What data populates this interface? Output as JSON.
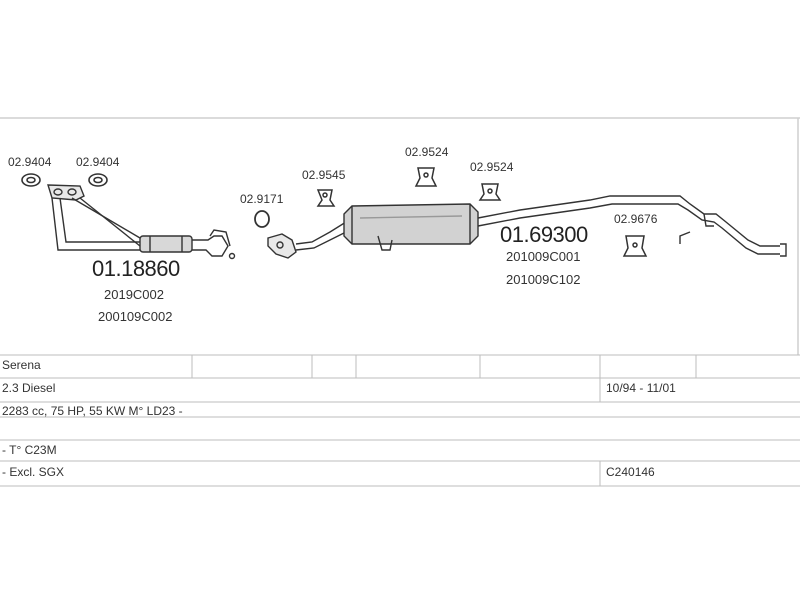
{
  "diagram": {
    "labels": {
      "gasket_1": "02.9404",
      "gasket_2": "02.9404",
      "clamp_1": "02.9171",
      "hanger_1": "02.9545",
      "hanger_2": "02.9524",
      "hanger_3": "02.9524",
      "hanger_4": "02.9676"
    },
    "front_pipe": {
      "part_number": "01.18860",
      "codes": [
        "2019C002",
        "200109C002"
      ]
    },
    "rear_silencer": {
      "part_number": "01.69300",
      "codes": [
        "201009C001",
        "201009C102"
      ]
    }
  },
  "table": {
    "model": "Serena",
    "engine": "2.3 Diesel",
    "years": "10/94 - 11/01",
    "spec": "2283 cc, 75 HP, 55 KW M° LD23 -",
    "type": "- T° C23M",
    "note": "- Excl. SGX",
    "ref": "C240146"
  }
}
